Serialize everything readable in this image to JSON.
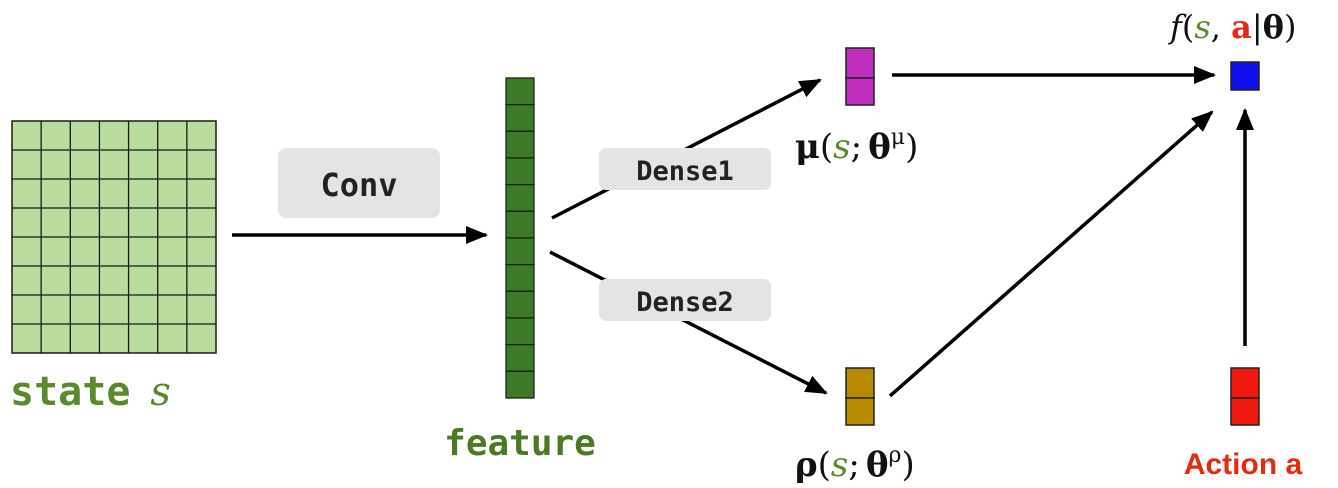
{
  "colors": {
    "state_fill": "#b9dd9e",
    "state_text": "#5a8a2a",
    "feature_fill": "#3f7a2a",
    "feature_text": "#4a7a22",
    "mu_fill": "#c02ec0",
    "rho_fill": "#b88a00",
    "f_fill": "#1010ee",
    "action_fill": "#ee1a10",
    "action_text": "#e62a10",
    "label_box": "#e4e4e4",
    "arrow": "#000000"
  },
  "state": {
    "label": "state",
    "symbol": "s",
    "grid_rows": 8,
    "grid_cols": 7
  },
  "conv": {
    "label": "Conv"
  },
  "feature": {
    "label": "feature",
    "cells": 12
  },
  "dense1": {
    "label": "Dense1"
  },
  "dense2": {
    "label": "Dense2"
  },
  "mu": {
    "func": "μ",
    "s": "s",
    "sep": ";",
    "theta": "θ",
    "sup": "μ",
    "cells": 2
  },
  "rho": {
    "func": "ρ",
    "s": "s",
    "sep": ";",
    "theta": "θ",
    "sup": "ρ",
    "cells": 2
  },
  "output": {
    "func": "f",
    "s": "s",
    "a": "a",
    "theta": "θ"
  },
  "action": {
    "label": "Action a",
    "cells": 2
  }
}
